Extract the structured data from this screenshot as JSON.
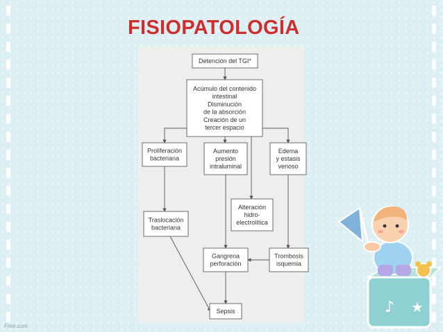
{
  "slide": {
    "title": "FISIOPATOLOGÍA",
    "footer": "Free.com"
  },
  "diagram": {
    "nodes": [
      {
        "id": "tgi",
        "lines": [
          "Detención del TGI*"
        ]
      },
      {
        "id": "acumulo",
        "lines": [
          "Acúmulo del contenido",
          "intestinal",
          "Disminución",
          "de la absorción",
          "Creación de un",
          "tercer espacio"
        ]
      },
      {
        "id": "proliferacion",
        "lines": [
          "Proliferación",
          "bacteriana"
        ]
      },
      {
        "id": "aumento",
        "lines": [
          "Aumento",
          "presión",
          "intraluminal"
        ]
      },
      {
        "id": "edema",
        "lines": [
          "Edema",
          "y estasis",
          "venoso"
        ]
      },
      {
        "id": "alteracion",
        "lines": [
          "Alteración",
          "hidro-",
          "electrolítica"
        ]
      },
      {
        "id": "traslocacion",
        "lines": [
          "Traslocación",
          "bacteriana"
        ]
      },
      {
        "id": "gangrena",
        "lines": [
          "Gangrena",
          "perforación"
        ]
      },
      {
        "id": "trombosis",
        "lines": [
          "Trombosis",
          "isquemia"
        ]
      },
      {
        "id": "sepsis",
        "lines": [
          "Sepsis"
        ]
      }
    ],
    "edges": [
      [
        "tgi",
        "acumulo"
      ],
      [
        "acumulo",
        "proliferacion"
      ],
      [
        "acumulo",
        "aumento"
      ],
      [
        "acumulo",
        "edema"
      ],
      [
        "acumulo",
        "alteracion"
      ],
      [
        "proliferacion",
        "traslocacion"
      ],
      [
        "traslocacion",
        "sepsis"
      ],
      [
        "aumento",
        "gangrena"
      ],
      [
        "edema",
        "trombosis"
      ],
      [
        "trombosis",
        "gangrena"
      ],
      [
        "gangrena",
        "sepsis"
      ]
    ]
  },
  "colors": {
    "title": "#cf2e2e",
    "background": "#dcf0f4",
    "panel": "#eeeeec"
  }
}
